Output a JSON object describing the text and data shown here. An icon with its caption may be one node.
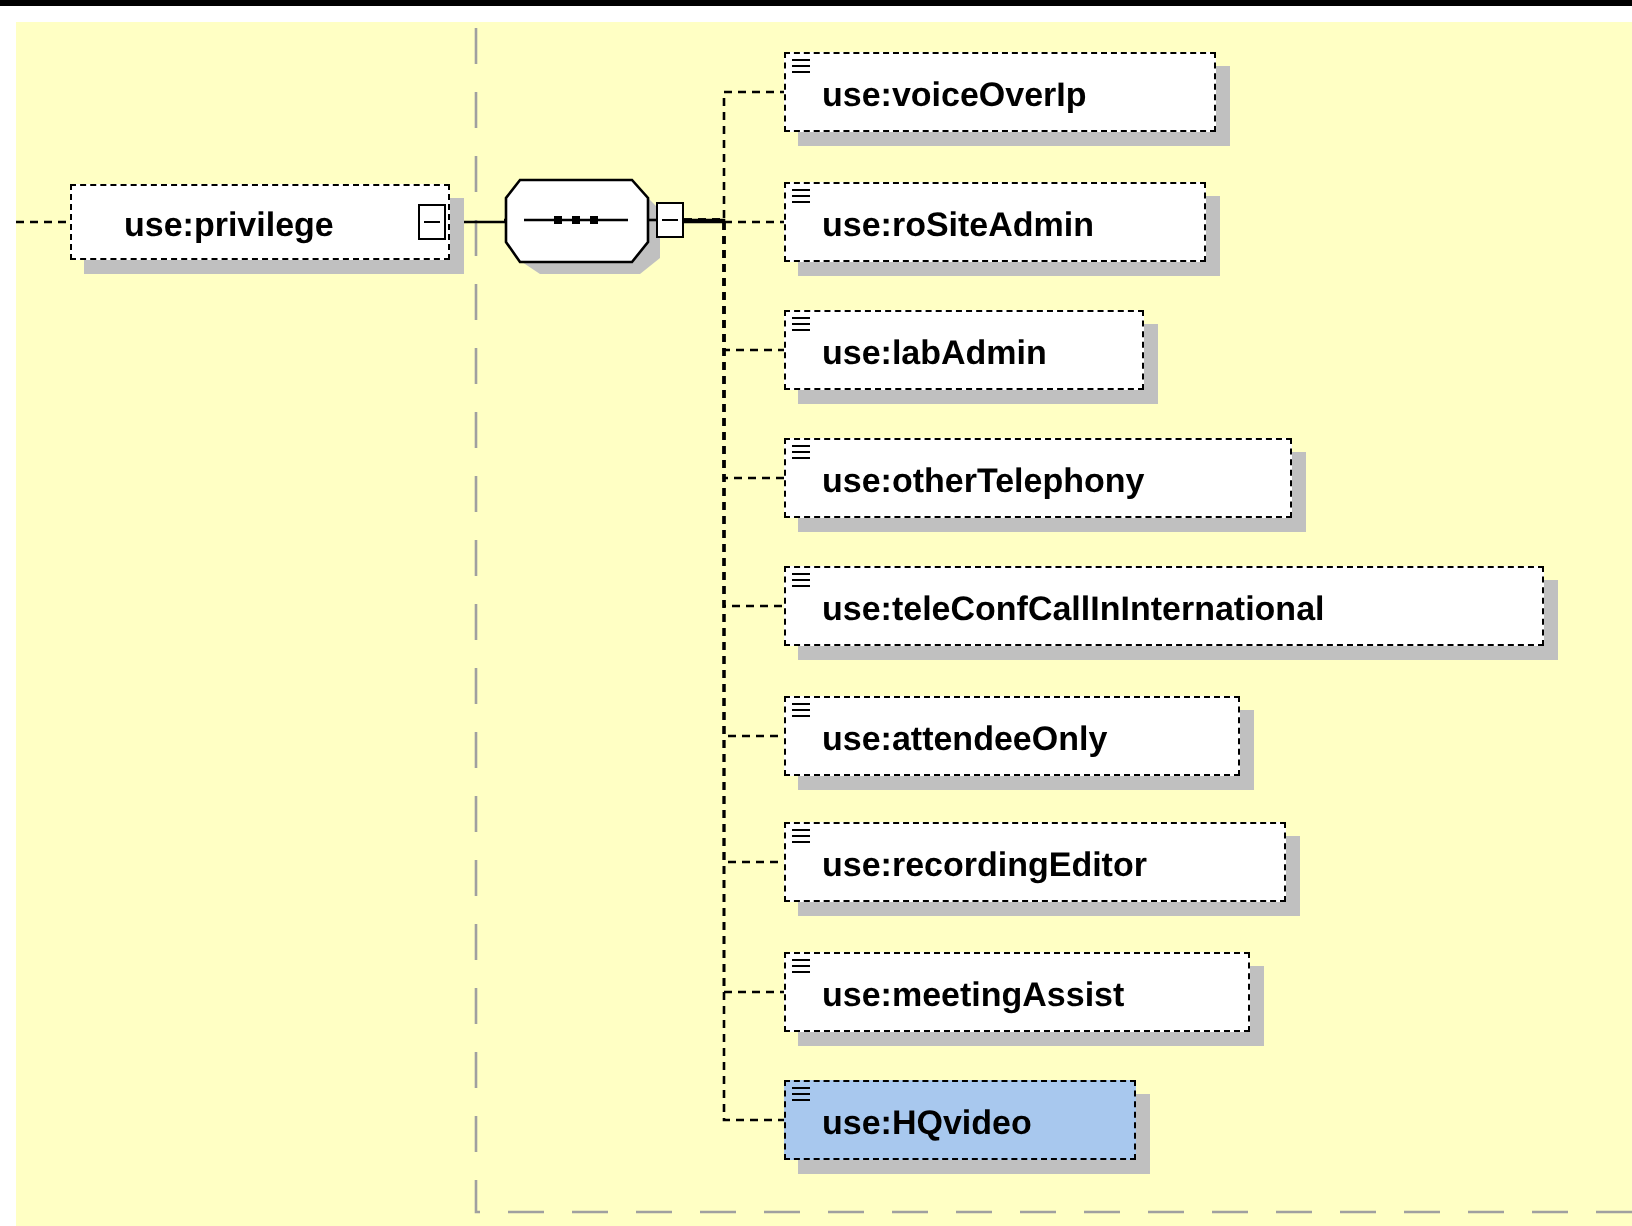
{
  "diagram": {
    "nodes": [
      {
        "text": [
          "use:privilege"
        ]
      },
      {
        "text": [],
        "shape": "octagon"
      },
      {
        "text": [
          "use:voiceOverIp"
        ]
      },
      {
        "text": [
          "use:roSiteAdmin"
        ]
      },
      {
        "text": [
          "use:labAdmin"
        ]
      },
      {
        "text": [
          "use:otherTelephony"
        ]
      },
      {
        "text": [
          "use:teleConfCallInInternational"
        ]
      },
      {
        "text": [
          "use:attendeeOnly"
        ]
      },
      {
        "text": [
          "use:recordingEditor"
        ]
      },
      {
        "text": [
          "use:meetingAssist"
        ]
      },
      {
        "text": [
          "use:HQvideo"
        ]
      }
    ],
    "edges": [
      {
        "from": null,
        "to": 0,
        "arrow": "none",
        "style": "dashed"
      },
      {
        "from": 0,
        "to": 1,
        "arrow": "none"
      },
      {
        "from": 1,
        "to": 2,
        "arrow": "none",
        "style": "dashed"
      },
      {
        "from": 1,
        "to": 3,
        "arrow": "none",
        "style": "dashed"
      },
      {
        "from": 1,
        "to": 4,
        "arrow": "none",
        "style": "dashed"
      },
      {
        "from": 1,
        "to": 5,
        "arrow": "none",
        "style": "dashed"
      },
      {
        "from": 1,
        "to": 6,
        "arrow": "none",
        "style": "dashed"
      },
      {
        "from": 1,
        "to": 7,
        "arrow": "none",
        "style": "dashed"
      },
      {
        "from": 1,
        "to": 8,
        "arrow": "none",
        "style": "dashed"
      },
      {
        "from": 1,
        "to": 9,
        "arrow": "none",
        "style": "dashed"
      },
      {
        "from": 1,
        "to": 10,
        "arrow": "none",
        "style": "dashed"
      }
    ]
  }
}
